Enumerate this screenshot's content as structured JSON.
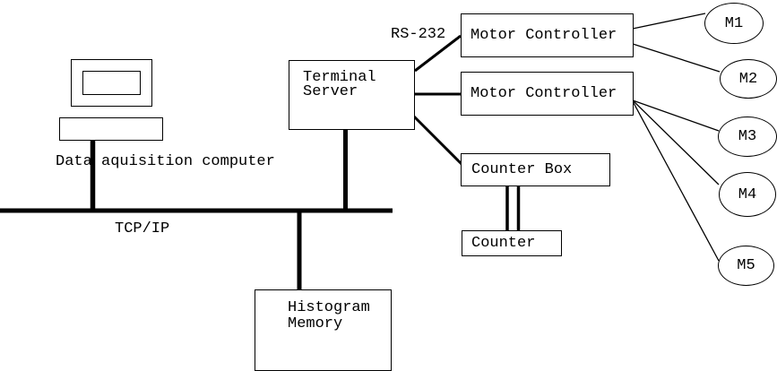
{
  "diagram": {
    "background_color": "#ffffff",
    "line_color": "#000000",
    "nodes": {
      "computer_label": "Data aquisition computer",
      "terminal_server": "Terminal\nServer",
      "motor_controller_1": "Motor Controller",
      "motor_controller_2": "Motor Controller",
      "counter_box": "Counter Box",
      "counter": "Counter",
      "histogram_memory": "Histogram\nMemory"
    },
    "motors": [
      "M1",
      "M2",
      "M3",
      "M4",
      "M5"
    ],
    "labels": {
      "bus": "TCP/IP",
      "serial": "RS-232"
    },
    "connections": [
      {
        "from": "Data aquisition computer",
        "to": "TCP/IP bus",
        "style": "thick"
      },
      {
        "from": "Terminal Server",
        "to": "TCP/IP bus",
        "style": "thick"
      },
      {
        "from": "Histogram Memory",
        "to": "TCP/IP bus",
        "style": "thick"
      },
      {
        "from": "Terminal Server",
        "to": "Motor Controller 1",
        "label": "RS-232",
        "style": "medium"
      },
      {
        "from": "Terminal Server",
        "to": "Motor Controller 2",
        "label": "RS-232",
        "style": "medium"
      },
      {
        "from": "Terminal Server",
        "to": "Counter Box",
        "style": "medium"
      },
      {
        "from": "Motor Controller 1",
        "to": "M1",
        "style": "thin"
      },
      {
        "from": "Motor Controller 1",
        "to": "M2",
        "style": "thin"
      },
      {
        "from": "Motor Controller 2",
        "to": "M3",
        "style": "thin"
      },
      {
        "from": "Motor Controller 2",
        "to": "M4",
        "style": "thin"
      },
      {
        "from": "Motor Controller 2",
        "to": "M5",
        "style": "thin"
      },
      {
        "from": "Counter Box",
        "to": "Counter",
        "style": "double"
      }
    ]
  }
}
